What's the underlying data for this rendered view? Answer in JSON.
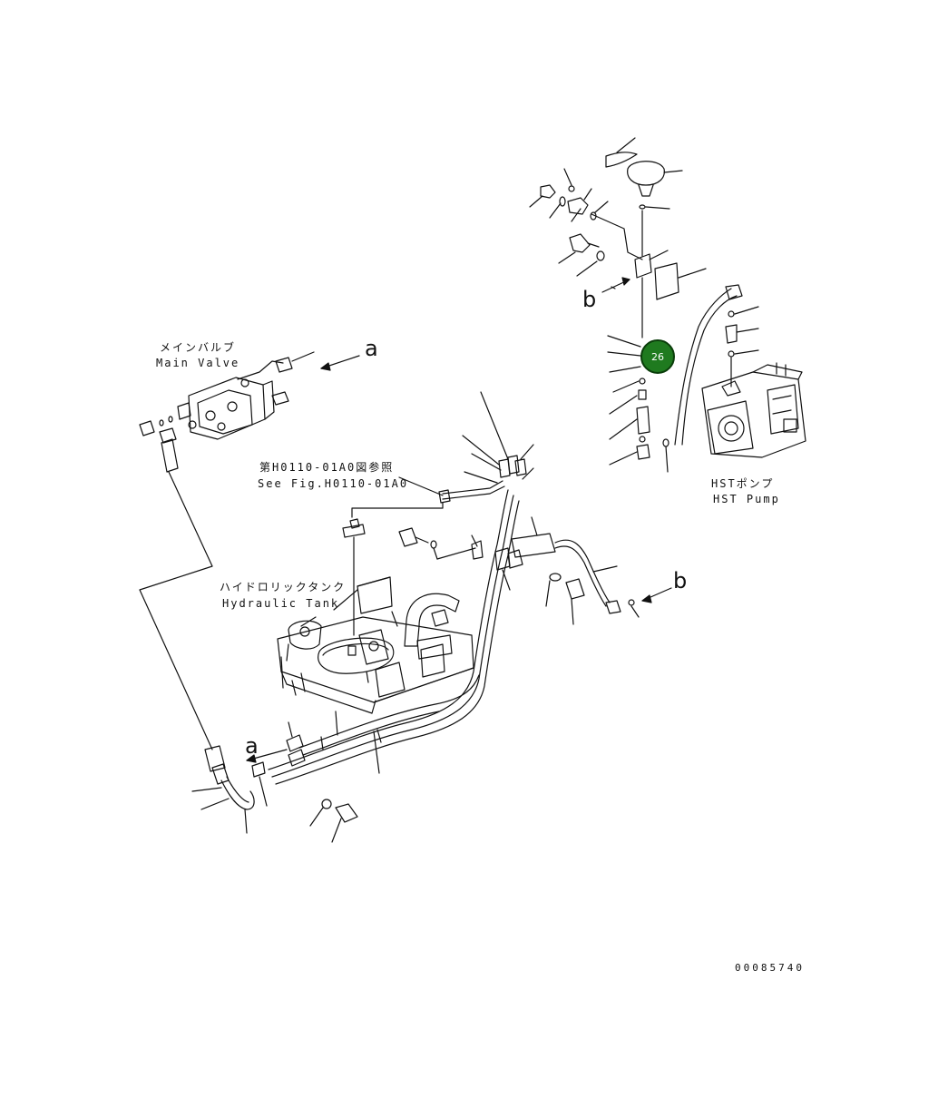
{
  "labels": {
    "main_valve_jp": "メインバルブ",
    "main_valve_en": "Main Valve",
    "ref_jp": "第H0110-01A0図参照",
    "ref_en": "See Fig.H0110-01A0",
    "hst_pump_jp": "HSTポンプ",
    "hst_pump_en": "HST Pump",
    "hydraulic_tank_jp": "ハイドロリックタンク",
    "hydraulic_tank_en": "Hydraulic Tank",
    "drawing_number": "00085740"
  },
  "connection_markers": {
    "a_top": "a",
    "a_bottom": "a",
    "b_top": "b",
    "b_right": "b"
  },
  "callout": {
    "part_number": "26",
    "color": "#1f7a1f"
  }
}
